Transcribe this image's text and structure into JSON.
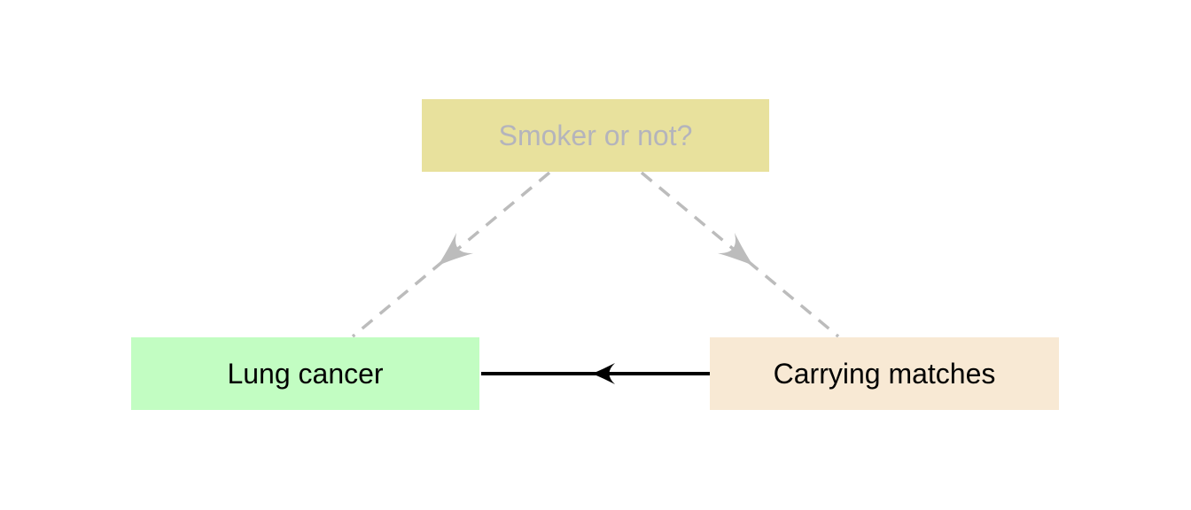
{
  "canvas": {
    "background": "#ffffff"
  },
  "diagram": {
    "type": "causal-dag",
    "nodes": {
      "smoker": {
        "label": "Smoker or not?",
        "fill": "#e8e19d",
        "text_color": "#b4b4bc"
      },
      "lung_cancer": {
        "label": "Lung cancer",
        "fill": "#c2fdc2",
        "text_color": "#000000"
      },
      "carrying_matches": {
        "label": "Carrying matches",
        "fill": "#f8e9d4",
        "text_color": "#000000"
      }
    },
    "edges": [
      {
        "from": "Smoker or not?",
        "to": "Lung cancer",
        "style": "dashed",
        "color": "#bcbcbc"
      },
      {
        "from": "Smoker or not?",
        "to": "Carrying matches",
        "style": "dashed",
        "color": "#bcbcbc"
      },
      {
        "from": "Carrying matches",
        "to": "Lung cancer",
        "style": "solid",
        "color": "#000000"
      }
    ]
  }
}
